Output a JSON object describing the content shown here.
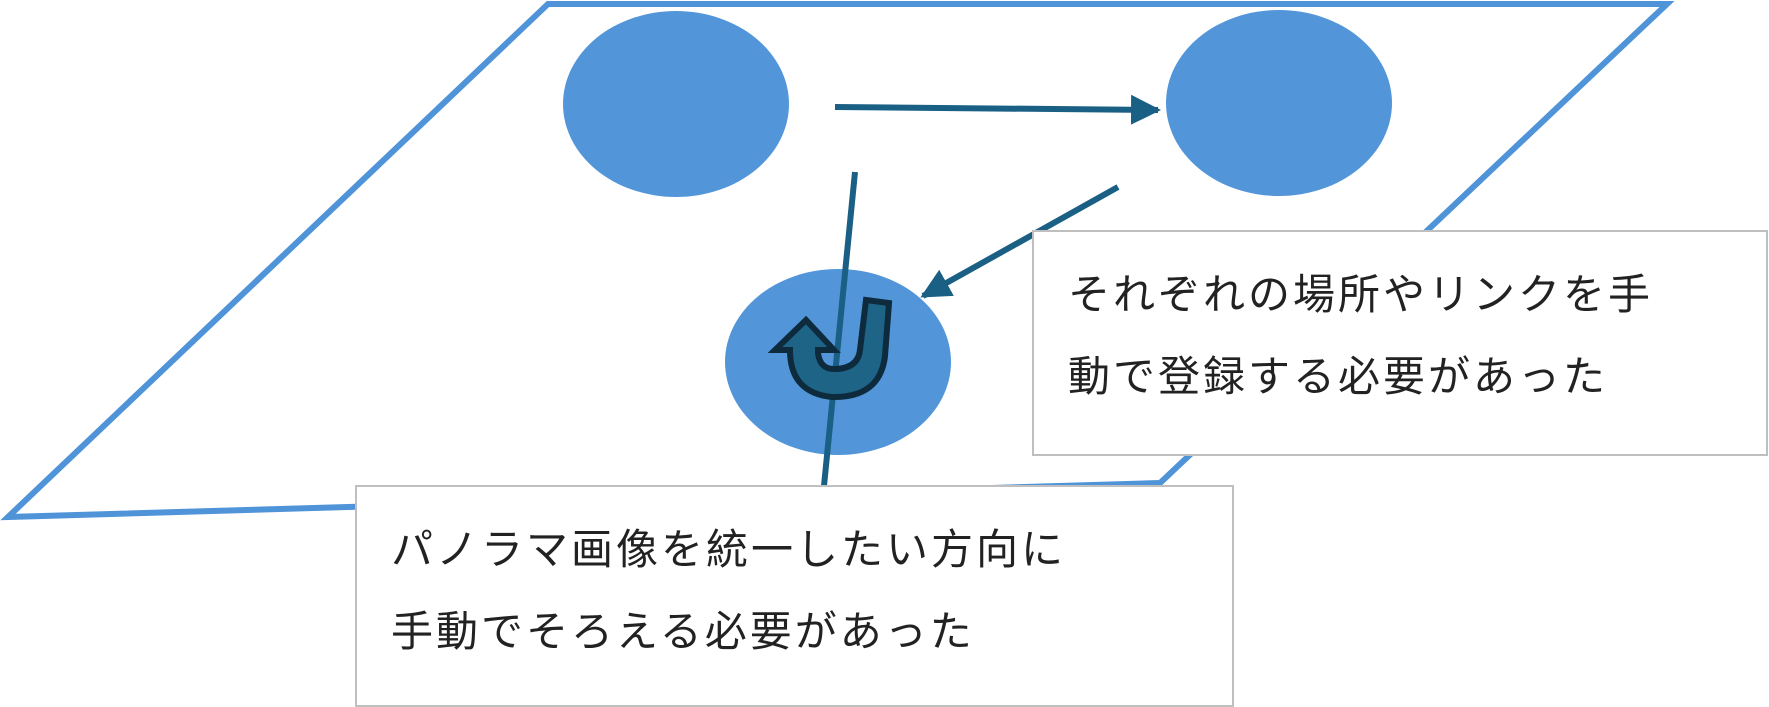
{
  "callouts": {
    "links": {
      "line1": "それぞれの場所やリンクを手",
      "line2": "動で登録する必要があった"
    },
    "panorama": {
      "line1": "パノラマ画像を統一したい方向に",
      "line2": "手動でそろえる必要があった"
    }
  },
  "colors": {
    "plane_border": "#4f93d8",
    "node_fill": "#5296d9",
    "arrow": "#1a5f84",
    "rotate_icon_fill": "#1d6487",
    "rotate_icon_outline": "#0d2b3d",
    "callout_border": "#bfbfbf"
  },
  "icons": {
    "rotate": "u-turn-rotate-icon"
  }
}
